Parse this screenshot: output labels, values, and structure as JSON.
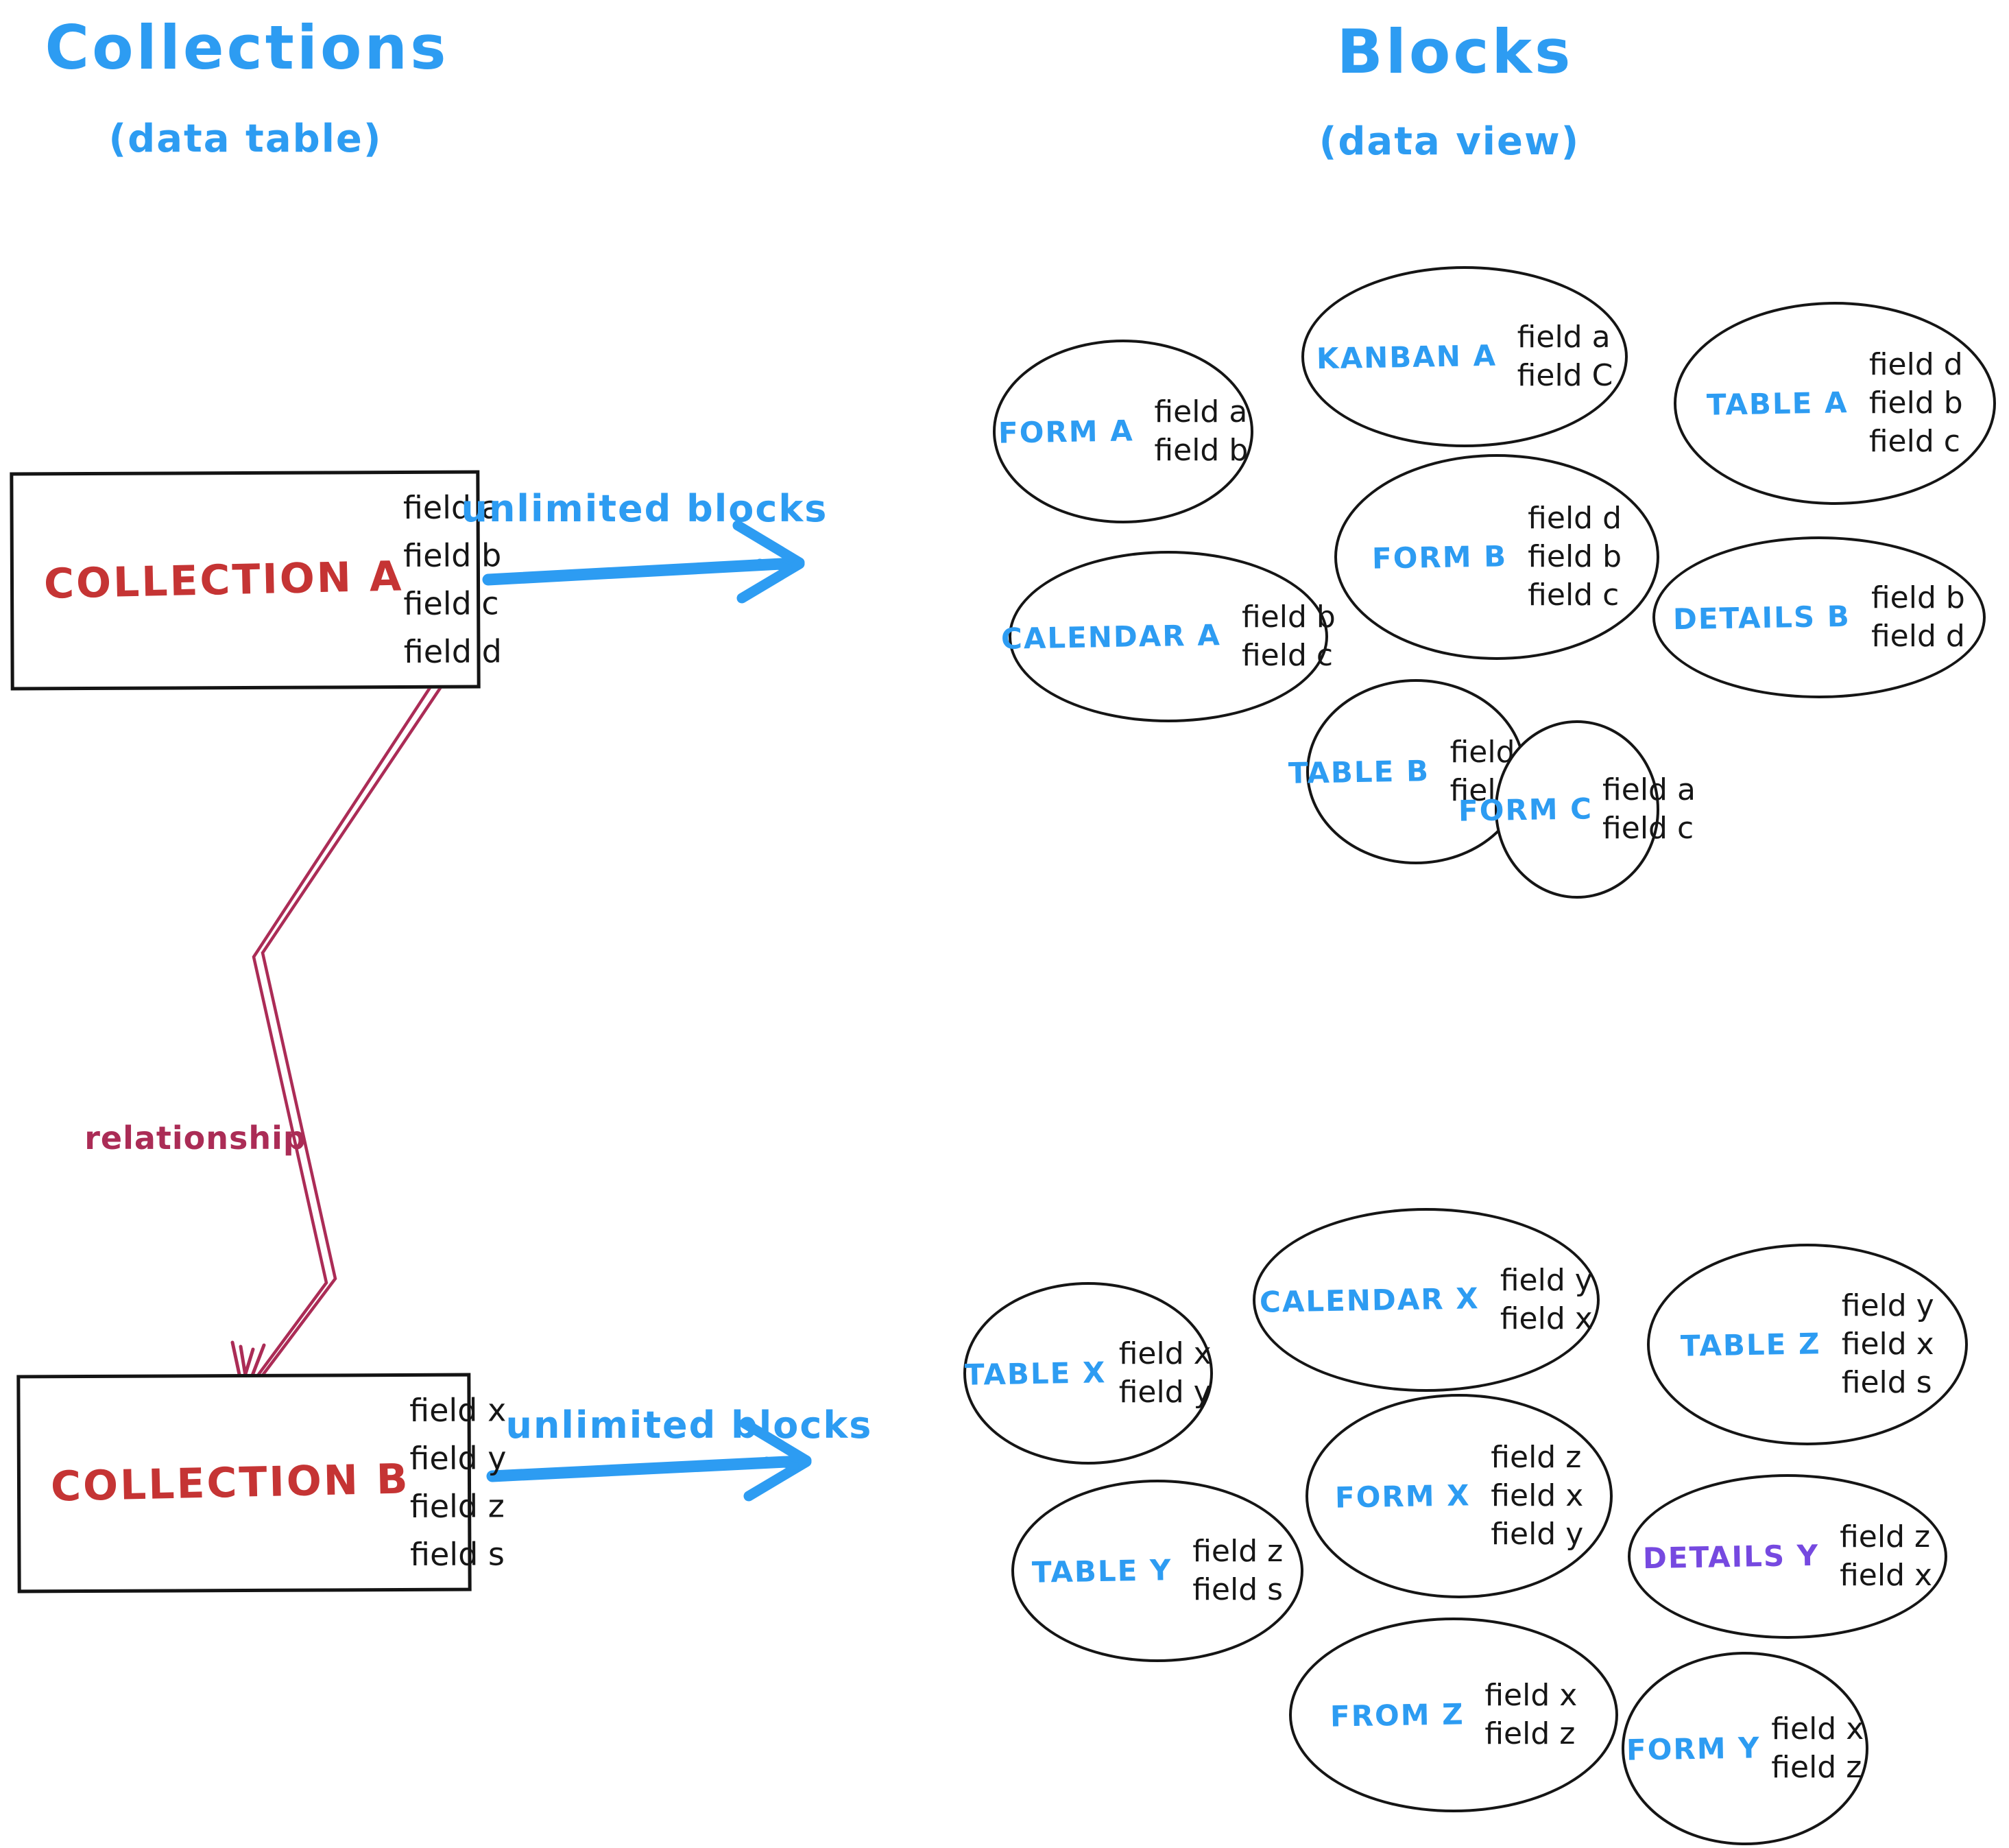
{
  "header": {
    "left_title": "Collections",
    "left_subtitle": "(data table)",
    "right_title": "Blocks",
    "right_subtitle": "(data view)"
  },
  "colors": {
    "accent_blue": "#2d9cf2",
    "collection_red": "#c53434",
    "relationship_crimson": "#ab2c56",
    "details_purple": "#7649e0",
    "ink": "#161616"
  },
  "collection_a": {
    "name": "COLLECTION A",
    "fields": [
      "field a",
      "field b",
      "field c",
      "field d"
    ],
    "arrow_label": "unlimited blocks"
  },
  "collection_b": {
    "name": "COLLECTION B",
    "fields": [
      "field x",
      "field y",
      "field z",
      "field s"
    ],
    "arrow_label": "unlimited blocks"
  },
  "relationship_label": "relationship",
  "blocks_a": [
    {
      "name": "FORM A",
      "fields": [
        "field a",
        "field b"
      ]
    },
    {
      "name": "KANBAN A",
      "fields": [
        "field a",
        "field C"
      ]
    },
    {
      "name": "TABLE A",
      "fields": [
        "field d",
        "field b",
        "field c"
      ]
    },
    {
      "name": "CALENDAR A",
      "fields": [
        "field b",
        "field c"
      ]
    },
    {
      "name": "FORM B",
      "fields": [
        "field d",
        "field b",
        "field c"
      ]
    },
    {
      "name": "DETAILS B",
      "fields": [
        "field b",
        "field d"
      ]
    },
    {
      "name": "TABLE B",
      "fields": [
        "field b",
        "field c"
      ]
    },
    {
      "name": "FORM C",
      "fields": [
        "field a",
        "field c"
      ]
    }
  ],
  "blocks_b": [
    {
      "name": "TABLE X",
      "fields": [
        "field x",
        "field y"
      ]
    },
    {
      "name": "CALENDAR X",
      "fields": [
        "field y",
        "field x"
      ]
    },
    {
      "name": "TABLE Z",
      "fields": [
        "field y",
        "field x",
        "field s"
      ]
    },
    {
      "name": "TABLE Y",
      "fields": [
        "field z",
        "field s"
      ]
    },
    {
      "name": "FORM X",
      "fields": [
        "field z",
        "field x",
        "field y"
      ]
    },
    {
      "name": "DETAILS Y",
      "fields": [
        "field z",
        "field x"
      ]
    },
    {
      "name": "FROM Z",
      "fields": [
        "field x",
        "field z"
      ]
    },
    {
      "name": "FORM Y",
      "fields": [
        "field x",
        "field z"
      ]
    }
  ]
}
